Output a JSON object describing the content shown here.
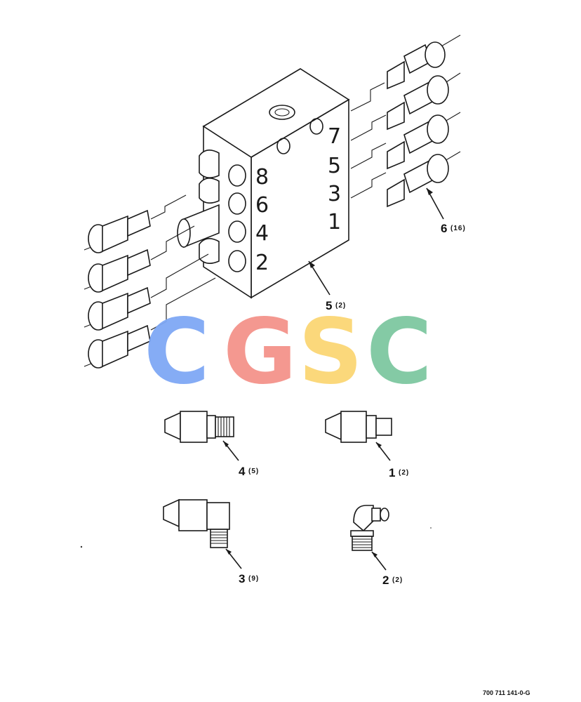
{
  "diagram": {
    "port_numbers_right": [
      "7",
      "5",
      "3",
      "1"
    ],
    "port_numbers_left": [
      "8",
      "6",
      "4",
      "2"
    ],
    "callouts": [
      {
        "id": "callout-6",
        "item": "6",
        "qty": "(16)"
      },
      {
        "id": "callout-5",
        "item": "5",
        "qty": "(2)"
      },
      {
        "id": "callout-4",
        "item": "4",
        "qty": "(5)"
      },
      {
        "id": "callout-1",
        "item": "1",
        "qty": "(2)"
      },
      {
        "id": "callout-3",
        "item": "3",
        "qty": "(9)"
      },
      {
        "id": "callout-2",
        "item": "2",
        "qty": "(2)"
      }
    ],
    "figure_id": "700 711 141-0-G"
  },
  "watermark": {
    "letters": [
      "C",
      "G",
      "S",
      "C"
    ],
    "colors": [
      "#7fa8f5",
      "#f4938b",
      "#fbd674",
      "#7ec8a1"
    ]
  }
}
